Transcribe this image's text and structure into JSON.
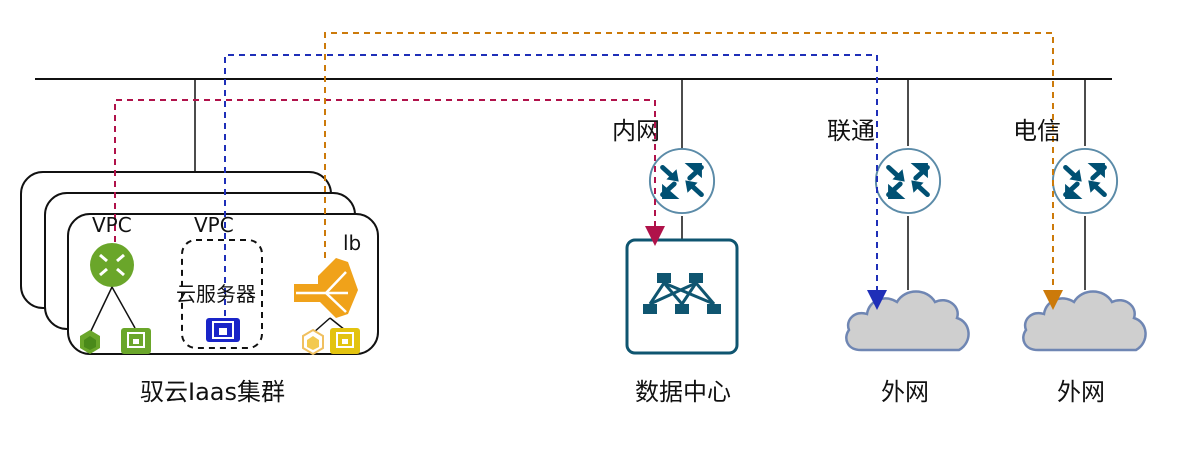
{
  "cluster": {
    "name": "驭云Iaas集群",
    "vpc_labels": [
      "VPC",
      "VPC"
    ],
    "server_label": "云服务器",
    "lb_label": "lb"
  },
  "branches": [
    {
      "router_label": "内网",
      "endpoint_label": "数据中心"
    },
    {
      "router_label": "联通",
      "endpoint_label": "外网"
    },
    {
      "router_label": "电信",
      "endpoint_label": "外网"
    }
  ],
  "colors": {
    "line": "#111111",
    "router": "#005073",
    "router_border": "#5b8ba8",
    "vpc_green": "#6aa62a",
    "server_blue": "#1a25c8",
    "lb_orange": "#f0a21a",
    "lb_yellow": "#e3c30f",
    "cloud_fill": "#cfcfcf",
    "cloud_stroke": "#6f86b3",
    "path_crimson": "#b0124a",
    "path_blue": "#1f2fb8",
    "path_orange": "#cc7a0a"
  }
}
